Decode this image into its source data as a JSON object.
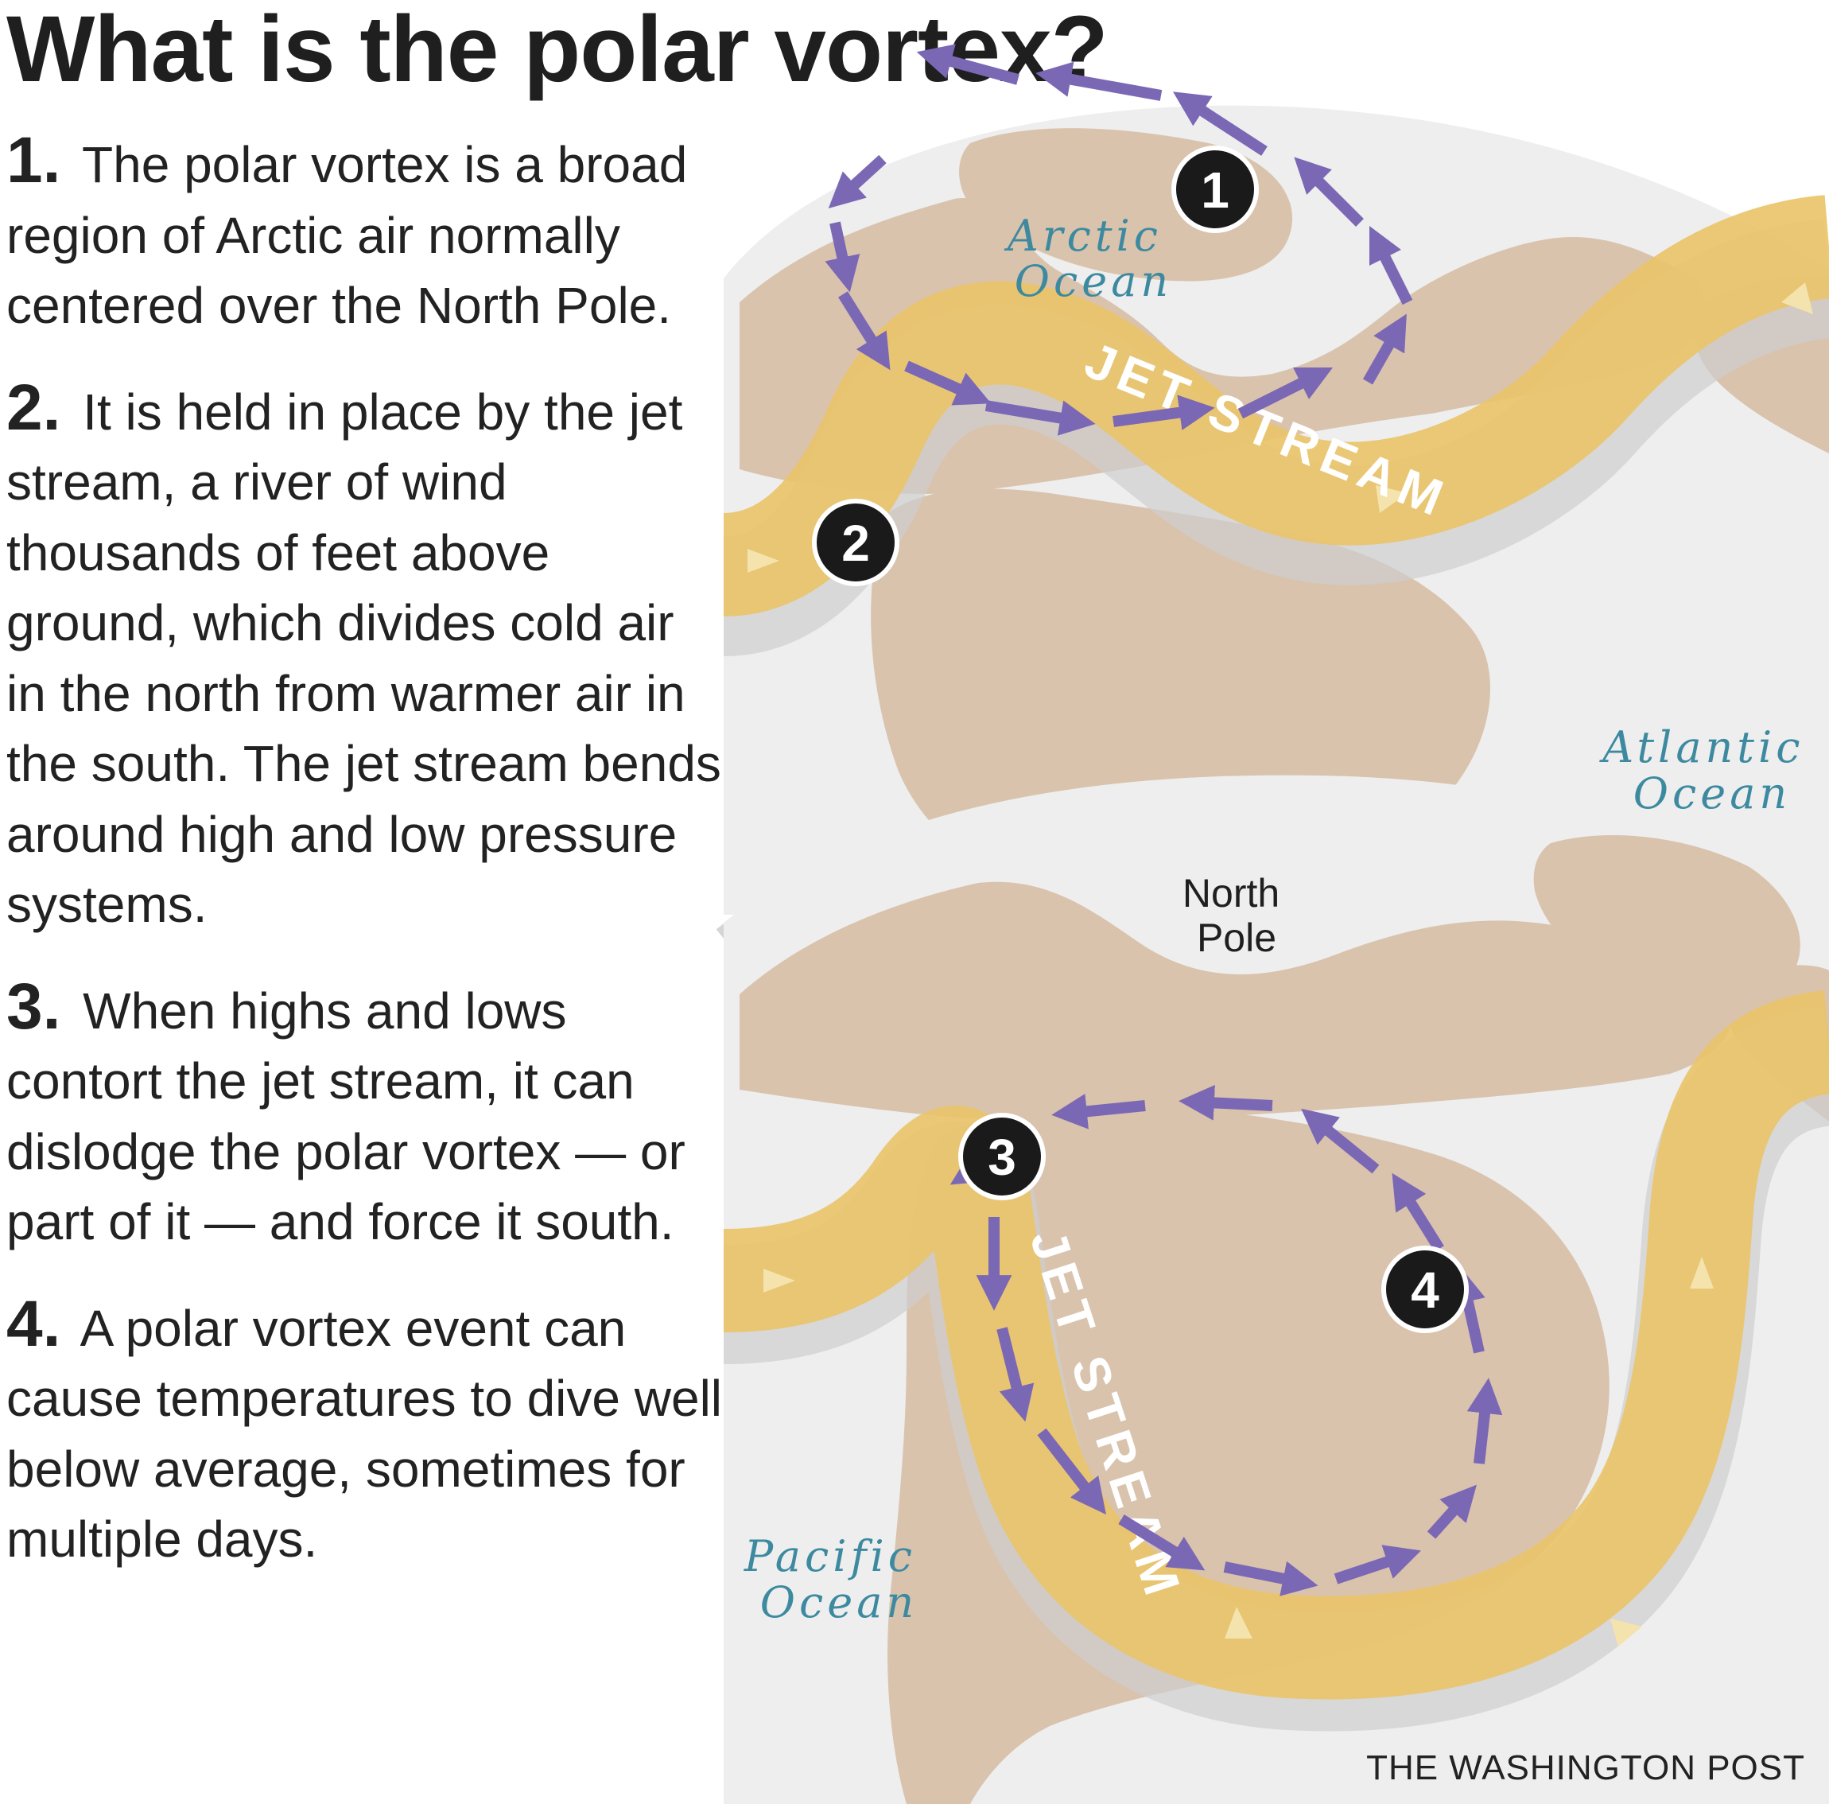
{
  "title": "What is the polar vortex?",
  "steps": [
    {
      "num": "1.",
      "text": "The polar vortex is a broad region of Arctic air normally centered over the North Pole."
    },
    {
      "num": "2.",
      "text": "It is held in place by the jet stream, a river of wind thousands of feet above ground, which divides cold air in the north from warmer air in the south. The jet stream bends around high and low pressure systems."
    },
    {
      "num": "3.",
      "text": "When highs and lows contort the jet stream, it can dislodge the polar vortex — or part of it — and force it south."
    },
    {
      "num": "4.",
      "text": "A polar vortex event can cause temperatures to dive well below average, sometimes for multiple days."
    }
  ],
  "map_labels": {
    "arctic_line1": "Arctic",
    "arctic_line2": "Ocean",
    "atlantic_line1": "Atlantic",
    "atlantic_line2": "Ocean",
    "pacific_line1": "Pacific",
    "pacific_line2": "Ocean",
    "north_pole_line1": "North",
    "north_pole_line2": "Pole",
    "jet_stream_top": "JET STREAM",
    "jet_stream_bottom": "JET STREAM"
  },
  "badges": [
    "1",
    "2",
    "3",
    "4"
  ],
  "credit": "THE WASHINGTON POST",
  "colors": {
    "land": "#d9c3ad",
    "ice_ocean": "#eeeeee",
    "jet_stream": "#e9c46a",
    "jet_stream_over_land": "#d4a04c",
    "vortex_arrows": "#7b68b5",
    "ocean_label": "#3d8aa0",
    "badge": "#1a1a1a"
  }
}
